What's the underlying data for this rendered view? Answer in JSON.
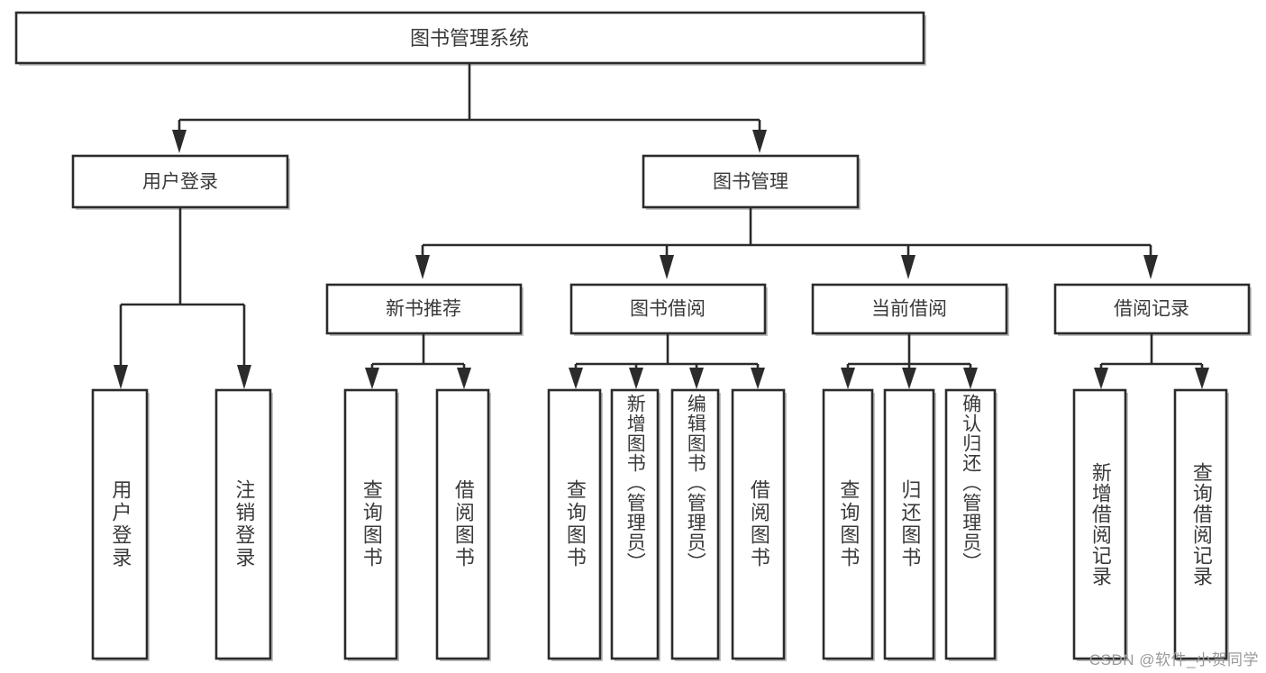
{
  "diagram": {
    "type": "tree-hierarchy-chart",
    "title": "图书管理系统",
    "background_color": "#ffffff",
    "line_color": "#2b2b2b",
    "text_color": "#3a3a3a",
    "orientation": "top-down"
  },
  "nodes": {
    "root": {
      "label": "图书管理系统",
      "level": 0
    },
    "l1": [
      {
        "id": "user_login",
        "label": "用户登录",
        "level": 1
      },
      {
        "id": "book_manage",
        "label": "图书管理",
        "level": 1
      }
    ],
    "l2": [
      {
        "id": "new_book_rec",
        "label": "新书推荐",
        "level": 2,
        "parent": "book_manage"
      },
      {
        "id": "book_borrow",
        "label": "图书借阅",
        "level": 2,
        "parent": "book_manage"
      },
      {
        "id": "current_borrow",
        "label": "当前借阅",
        "level": 2,
        "parent": "book_manage"
      },
      {
        "id": "borrow_record",
        "label": "借阅记录",
        "level": 2,
        "parent": "borrow_record_parent"
      }
    ],
    "leaves": [
      {
        "id": "leaf_user_login",
        "label": "用户登录",
        "parent": "user_login"
      },
      {
        "id": "leaf_logout",
        "label": "注销登录",
        "parent": "user_login"
      },
      {
        "id": "leaf_query_book_1",
        "label": "查询图书",
        "parent": "new_book_rec"
      },
      {
        "id": "leaf_borrow_book_1",
        "label": "借阅图书",
        "parent": "new_book_rec"
      },
      {
        "id": "leaf_query_book_2",
        "label": "查询图书",
        "parent": "book_borrow"
      },
      {
        "id": "leaf_add_book",
        "label": "新增图书（管理员）",
        "parent": "book_borrow"
      },
      {
        "id": "leaf_edit_book",
        "label": "编辑图书（管理员）",
        "parent": "book_borrow"
      },
      {
        "id": "leaf_borrow_book_2",
        "label": "借阅图书",
        "parent": "book_borrow"
      },
      {
        "id": "leaf_query_book_3",
        "label": "查询图书",
        "parent": "current_borrow"
      },
      {
        "id": "leaf_return_book",
        "label": "归还图书",
        "parent": "current_borrow"
      },
      {
        "id": "leaf_confirm_return",
        "label": "确认归还（管理员）",
        "parent": "current_borrow"
      },
      {
        "id": "leaf_add_record",
        "label": "新增借阅记录",
        "parent": "borrow_record"
      },
      {
        "id": "leaf_query_record",
        "label": "查询借阅记录",
        "parent": "borrow_record"
      }
    ]
  },
  "watermark": {
    "text": "CSDN @软件_小贺同学"
  }
}
